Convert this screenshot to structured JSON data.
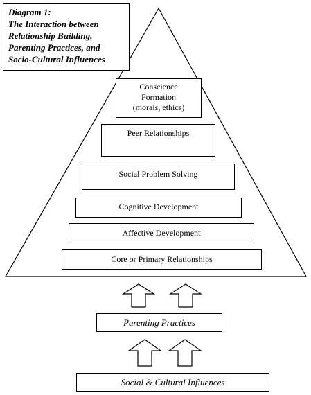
{
  "title": {
    "lines": [
      "Diagram 1:",
      "The Interaction between",
      "Relationship Building,",
      "Parenting Practices, and",
      "Socio-Cultural Influences"
    ]
  },
  "pyramid": {
    "levels": [
      {
        "lines": [
          "Conscience",
          "Formation",
          "(morals, ethics)"
        ]
      },
      {
        "lines": [
          "Peer Relationships"
        ]
      },
      {
        "lines": [
          "Social Problem Solving"
        ]
      },
      {
        "lines": [
          "Cognitive Development"
        ]
      },
      {
        "lines": [
          "Affective Development"
        ]
      },
      {
        "lines": [
          "Core or Primary Relationships"
        ]
      }
    ]
  },
  "parenting": {
    "label": "Parenting Practices"
  },
  "influences": {
    "label": "Social & Cultural Influences"
  }
}
